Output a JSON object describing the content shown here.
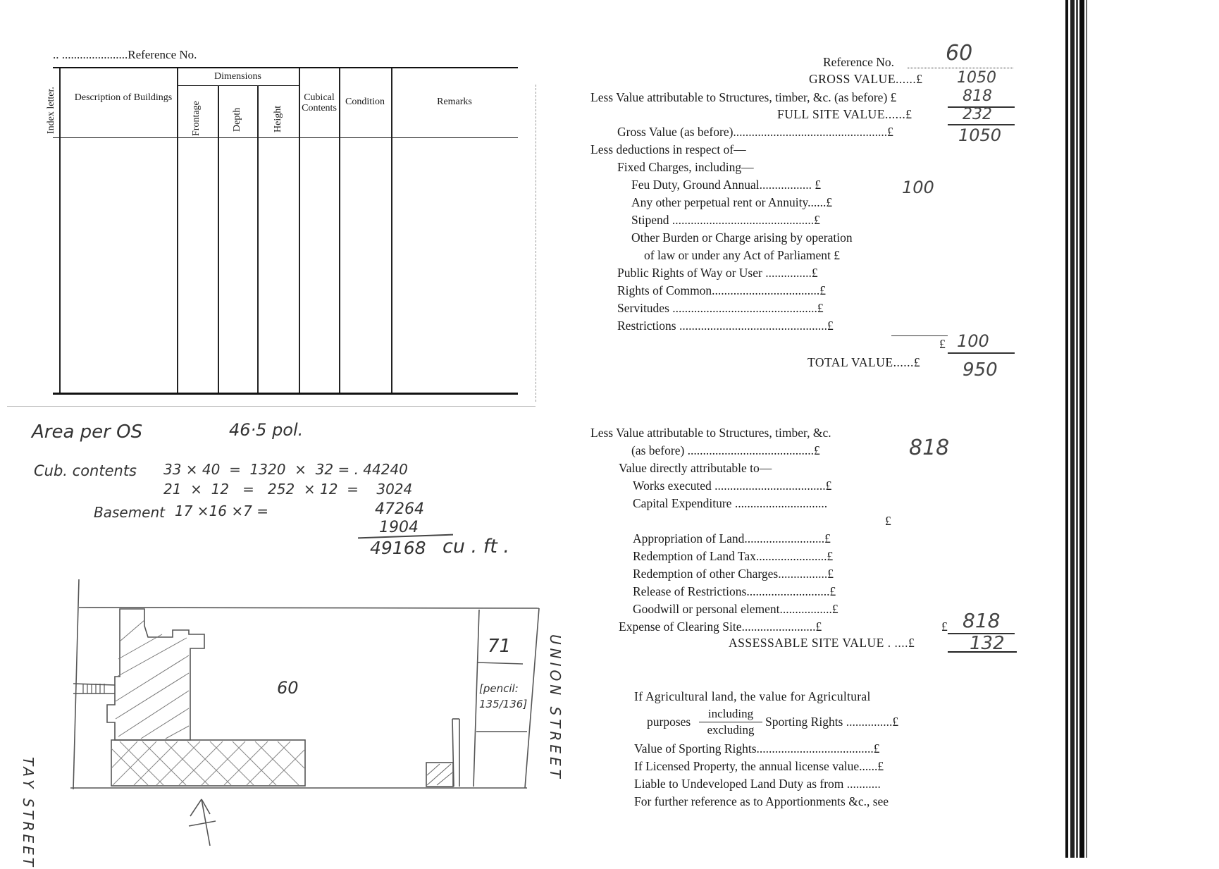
{
  "left_form": {
    "reference_label": ".. ......................Reference No.",
    "headers": {
      "index_letter": "Index letter.",
      "description": "Description of Buildings",
      "dimensions": "Dimensions",
      "frontage": "Frontage",
      "depth": "Depth",
      "height": "Height",
      "cubical_contents": "Cubical Contents",
      "condition": "Condition",
      "remarks": "Remarks"
    }
  },
  "notes": {
    "area_label": "Area per OS",
    "area_value": "46·5 pol.",
    "cub_label": "Cub. contents",
    "calc_line1": "33 × 40  =  1320  ×  32 = . 44240",
    "calc_line2": "21  ×  12   =   252  × 12  =    3024",
    "basement_label": "Basement",
    "basement_calc": "17 ×16 ×7 =",
    "sum1": "47264",
    "sum2": "1904",
    "total": "49168",
    "unit": "cu . ft ."
  },
  "plan": {
    "plot_number": "60",
    "neighbour_number": "71",
    "pencil_note_line1": "[pencil:",
    "pencil_note_line2": "135/136]",
    "street_left": "TAY STREET",
    "street_right": "UNION STREET"
  },
  "right_form": {
    "reference_label": "Reference No.",
    "reference_value": "60",
    "gross_value_label": "GROSS VALUE......£",
    "gross_value": "1050",
    "less_structures_label": "Less Value attributable to Structures, timber, &c. (as before) £",
    "less_structures": "818",
    "full_site_label": "FULL SITE VALUE......£",
    "full_site_value": "232",
    "gross_before_label": "Gross Value (as before)..................................................£",
    "gross_before": "1050",
    "less_deductions": "Less deductions in respect of—",
    "fixed_charges": "Fixed Charges, including—",
    "feu_duty_label": "Feu Duty, Ground Annual.................  £",
    "feu_duty": "100",
    "perpetual_rent": "Any other perpetual rent or Annuity......£",
    "stipend": "Stipend ..............................................£",
    "other_burden_1": "Other Burden or Charge arising by operation",
    "other_burden_2": "of law or under any Act of Parliament  £",
    "public_rights": "Public Rights of Way or User ...............£",
    "rights_common": "Rights of Common...................................£",
    "servitudes": "Servitudes  ...............................................£",
    "restrictions": "Restrictions ................................................£",
    "deductions_pound": "£",
    "deductions_total": "100",
    "total_value_label": "TOTAL VALUE......£",
    "total_value": "950",
    "ls_line1": "Less Value attributable to Structures, timber, &c.",
    "ls_line2": "(as before) .........................................£",
    "ls_value": "818",
    "directly": "Value directly attributable to—",
    "works": "Works executed ....................................£",
    "capital": "Capital Expenditure  ..............................",
    "capital_pound": "£",
    "appropriation": "Appropriation of Land..........................£",
    "redemption_tax": "Redemption of Land Tax.......................£",
    "redemption_other": "Redemption of other Charges................£",
    "release": "Release of Restrictions...........................£",
    "goodwill": "Goodwill  or personal element.................£",
    "clearing": "Expense of Clearing Site........................£",
    "clearing_pound": "£",
    "clearing_total": "818",
    "assessable_label": "ASSESSABLE SITE VALUE . ....£",
    "assessable_value": "132",
    "agri_1": "If Agricultural land, the value for Agricultural",
    "agri_purposes": "purposes",
    "agri_including": "including",
    "agri_excluding": "excluding",
    "agri_sporting": "Sporting Rights ...............£",
    "sporting_value": "Value of Sporting Rights......................................£",
    "licensed": "If Licensed Property, the annual license value......£",
    "undeveloped": "Liable to Undeveloped Land Duty as from ...........",
    "further": "For further reference as to Apportionments &c., see"
  }
}
